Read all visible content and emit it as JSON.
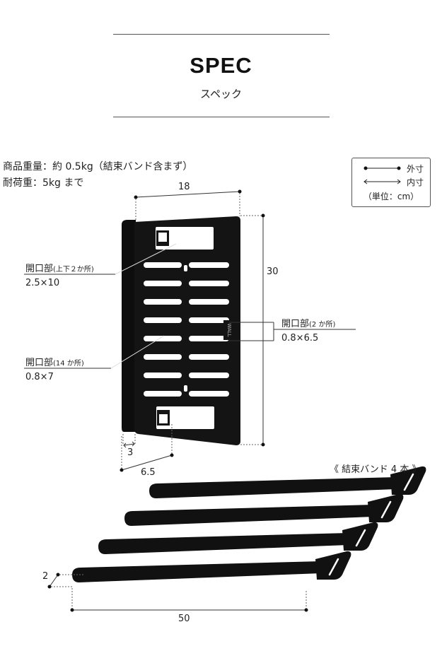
{
  "header": {
    "title": "SPEC",
    "subtitle": "スペック"
  },
  "specs": {
    "weight": "商品重量：約 0.5kg（結束バンド含まず）",
    "load": "耐荷重：5kg まで"
  },
  "legend": {
    "outer": "外寸",
    "inner": "内寸",
    "unit": "（単位：cm）"
  },
  "plate_labels": {
    "opening_top_title": "開口部",
    "opening_top_note": "(上下２か所)",
    "opening_top_size": "2.5×10",
    "opening_slots_title": "開口部",
    "opening_slots_note": "(14 か所)",
    "opening_slots_size": "0.8×7",
    "opening_side_title": "開口部",
    "opening_side_note": "(2 か所)",
    "opening_side_size": "0.8×6.5",
    "plate_logo": "WALL"
  },
  "dimensions": {
    "width": "18",
    "height": "30",
    "lip": "3",
    "depth": "6.5",
    "band_width": "2",
    "band_length": "50"
  },
  "bands": {
    "title": "《 結束バンド 4 本 》"
  },
  "colors": {
    "plate": "#141414",
    "band": "#111111",
    "line": "#333333"
  }
}
